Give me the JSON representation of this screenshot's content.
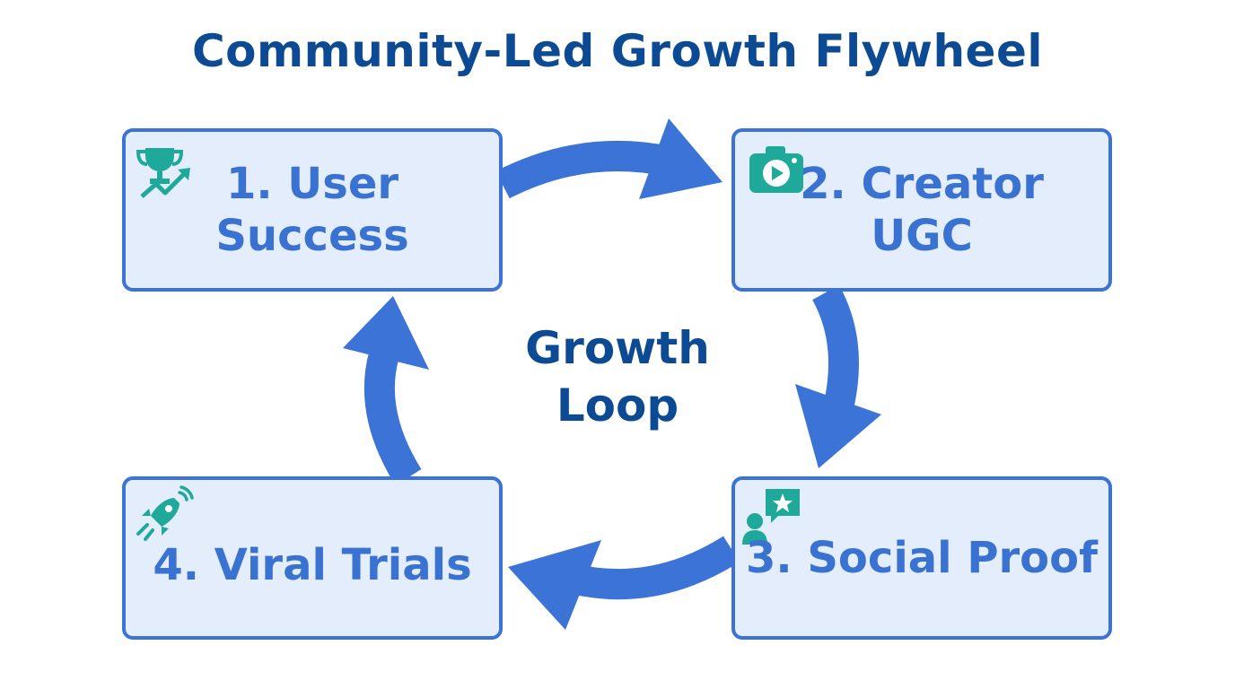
{
  "title": "Community-Led Growth Flywheel",
  "center_label": "Growth\nLoop",
  "colors": {
    "title": "#0d4a94",
    "node_fill": "#e4edfc",
    "node_border": "#3b74d6",
    "node_text": "#3a72d2",
    "arrow": "#3b74d6",
    "icon": "#1ea99a"
  },
  "nodes": [
    {
      "label": "1. User\nSuccess",
      "icon": "trophy-growth-icon"
    },
    {
      "label": "2. Creator\nUGC",
      "icon": "camera-play-icon"
    },
    {
      "label": "3. Social Proof",
      "icon": "user-star-review-icon"
    },
    {
      "label": "4. Viral Trials",
      "icon": "rocket-signal-icon"
    }
  ]
}
